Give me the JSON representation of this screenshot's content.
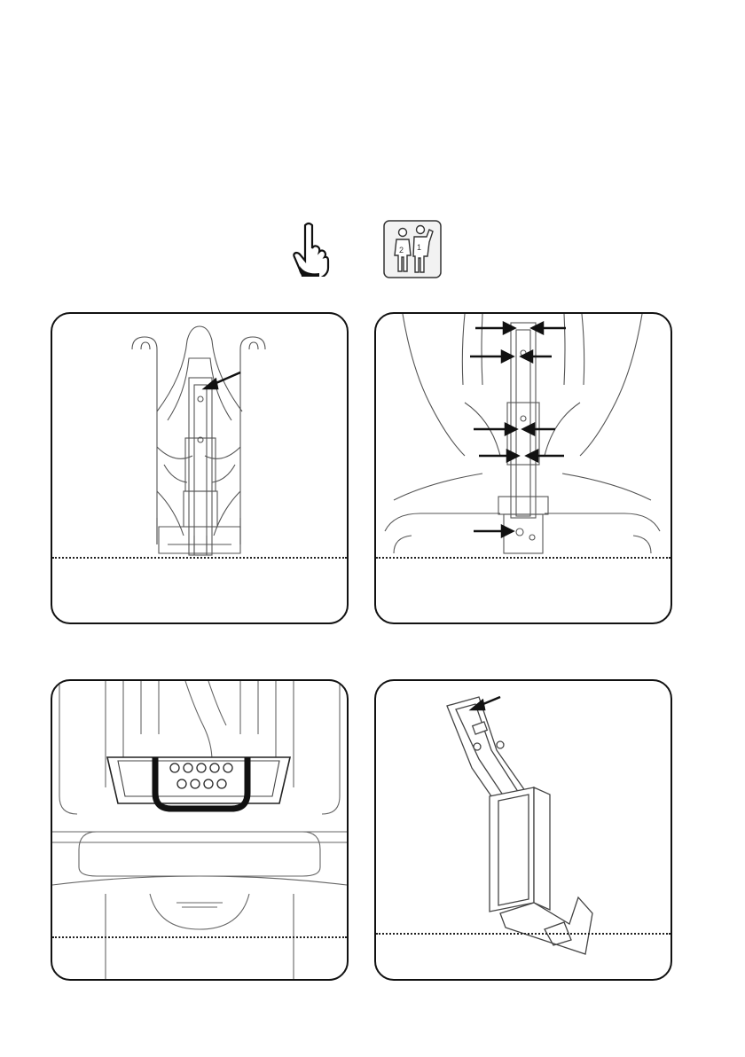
{
  "icons": [
    "pointing-hand-icon",
    "two-person-assembly-icon"
  ],
  "panels": [
    {
      "id": "step-1",
      "caption": ""
    },
    {
      "id": "step-2",
      "caption": ""
    },
    {
      "id": "step-3",
      "caption": ""
    },
    {
      "id": "step-4",
      "caption": ""
    }
  ],
  "colors": {
    "line": "#111111",
    "background": "#ffffff"
  }
}
